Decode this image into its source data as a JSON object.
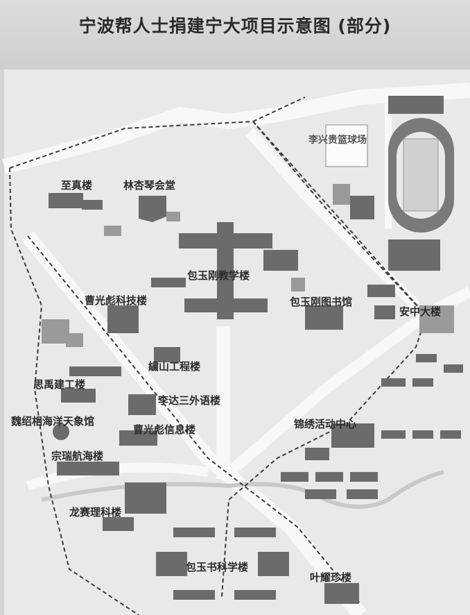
{
  "title": "宁波帮人士捐建宁大项目示意图 (部分)",
  "labels": {
    "lixinggui": "李兴贵篮球场",
    "zhizhen": "至真楼",
    "linxiqin": "林杏琴会堂",
    "baoyugang_teach": "包玉刚教学楼",
    "caoguangbiao_tech": "曹光彪科技楼",
    "baoyugang_lib": "包玉刚图书馆",
    "anzhong": "安中大楼",
    "shanshan": "繍山工程楼",
    "siyu": "思禹建工楼",
    "lida": "李达三外语楼",
    "weishaoxiang": "魏绍相海洋天象馆",
    "caoguangbiao_info": "曹光彪信息楼",
    "jinxiu": "锦绣活动中心",
    "zongrui": "宗瑞航海楼",
    "longsaili": "龙赛理科楼",
    "baoyushu": "包玉书科学楼",
    "yeyaozhen": "叶耀珍楼"
  },
  "colors": {
    "background": "#d4d4d4",
    "map_base": "#e9e9e9",
    "building": "#6b6b6b",
    "building_light": "#9a9a9a",
    "road": "#f7f7f7",
    "boundary": "#3c3c3c"
  }
}
